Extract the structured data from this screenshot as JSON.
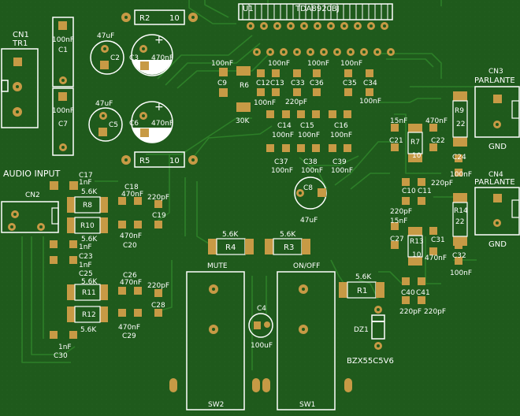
{
  "colors": {
    "board": "#1f5a1c",
    "trace": "#2d7f28",
    "pad": "#c79a45",
    "silk": "#ffffff"
  },
  "ic": {
    "ref": "U1",
    "part": "TDA8920BJ"
  },
  "connectors": {
    "cn1": {
      "ref": "CN1",
      "sub": "TR1"
    },
    "cn2": {
      "ref": "CN2",
      "title": "AUDIO INPUT"
    },
    "cn3": {
      "ref": "CN3",
      "sub": "PARLANTE",
      "gnd": "GND"
    },
    "cn4": {
      "ref": "CN4",
      "sub": "PARLANTE",
      "gnd": "GND"
    }
  },
  "switches": {
    "sw1": {
      "ref": "SW1",
      "title": "ON/OFF"
    },
    "sw2": {
      "ref": "SW2",
      "title": "MUTE"
    }
  },
  "zener": {
    "ref": "DZ1",
    "part": "BZX55C5V6"
  },
  "labels": [
    "C1",
    "100nF",
    "C7",
    "100nF",
    "47uF",
    "C2",
    "C3",
    "470nF",
    "47uF",
    "C5",
    "C6",
    "470nF",
    "R2",
    "10",
    "R5",
    "10",
    "100nF",
    "C9",
    "R6",
    "30K",
    "100nF",
    "C12",
    "100nF",
    "C13",
    "C33",
    "C36",
    "100nF",
    "220pF",
    "100nF",
    "C35",
    "C34",
    "100nF",
    "C14",
    "100nF",
    "C15",
    "100nF",
    "C16",
    "100nF",
    "C37",
    "100nF",
    "C38",
    "100nF",
    "C39",
    "100nF",
    "C8",
    "47uF",
    "C17",
    "1nF",
    "5.6K",
    "R8",
    "C18",
    "470nF",
    "220pF",
    "C19",
    "R10",
    "470nF",
    "C20",
    "5.6K",
    "1nF",
    "C23",
    "1nF",
    "C25",
    "5.6K",
    "R11",
    "470nF",
    "C26",
    "220pF",
    "C28",
    "R12",
    "5.6K",
    "470nF",
    "C29",
    "1nF",
    "C30",
    "5.6K",
    "R4",
    "5.6K",
    "R3",
    "5.6K",
    "R1",
    "C4",
    "100uF",
    "15nF",
    "C21",
    "R7",
    "10",
    "470nF",
    "C22",
    "R9",
    "22",
    "C24",
    "100nF",
    "C10",
    "C11",
    "220pF",
    "220pF",
    "15nF",
    "C27",
    "R13",
    "10",
    "470nF",
    "C31",
    "R14",
    "22",
    "C32",
    "100nF",
    "C40",
    "C41",
    "220pF",
    "220pF"
  ]
}
